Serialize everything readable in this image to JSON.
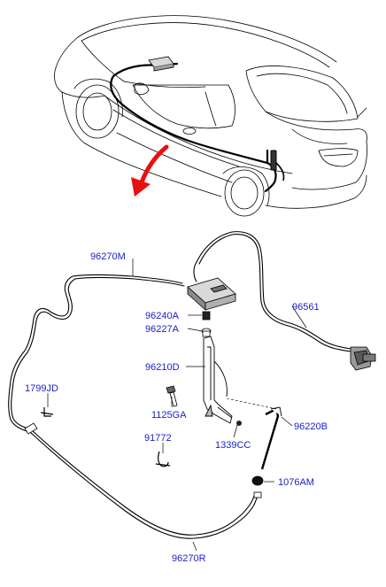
{
  "diagram": {
    "labels": {
      "p96270M": "96270M",
      "p96561": "96561",
      "p96240A": "96240A",
      "p96227A": "96227A",
      "p96210D": "96210D",
      "p1799JD": "1799JD",
      "p1125GA": "1125GA",
      "p1339CC": "1339CC",
      "p96220B": "96220B",
      "p91772": "91772",
      "p1076AM": "1076AM",
      "p96270R": "96270R"
    },
    "colors": {
      "label": "#1a22c8",
      "line": "#000000",
      "highlight": "#e81010"
    }
  }
}
